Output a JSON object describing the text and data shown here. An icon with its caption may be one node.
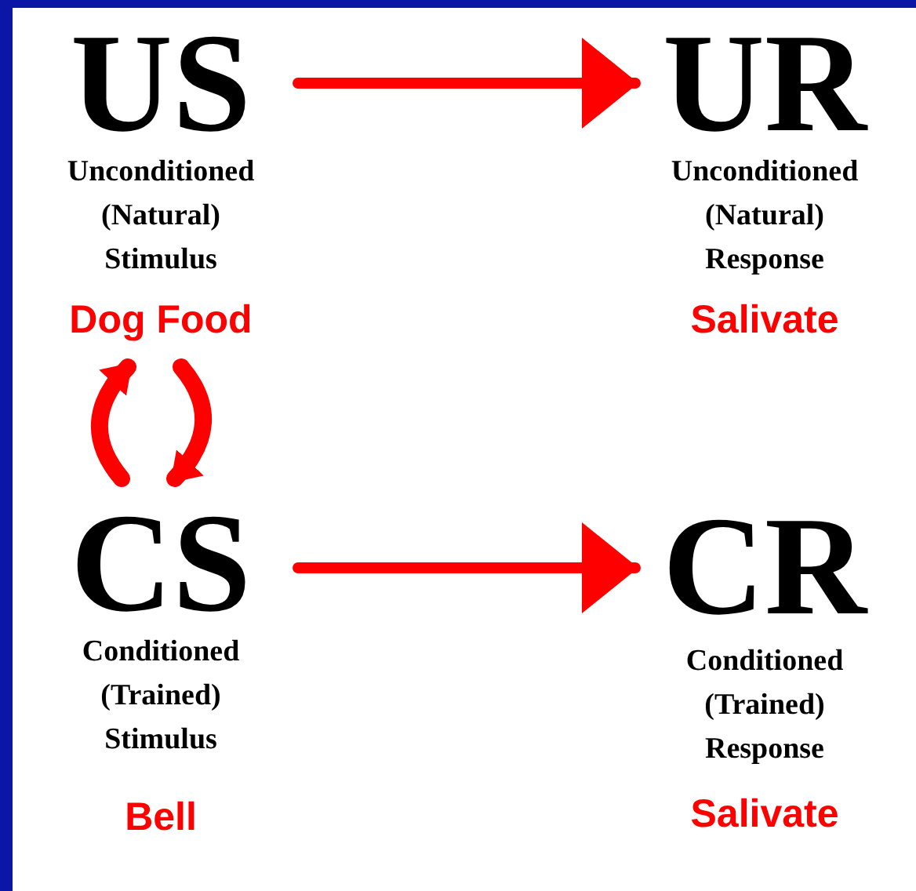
{
  "diagram": {
    "nodes": [
      {
        "text": [
          "US",
          "Unconditioned (Natural) Stimulus",
          "Dog Food"
        ]
      },
      {
        "text": [
          "UR",
          "Unconditioned (Natural) Response",
          "Salivate"
        ]
      },
      {
        "text": [
          "CS",
          "Conditioned (Trained) Stimulus",
          "Bell"
        ]
      },
      {
        "text": [
          "CR",
          "Conditioned (Trained) Response",
          "Salivate"
        ]
      }
    ],
    "edges": [
      {
        "from": 0,
        "to": 1,
        "arrow": "to"
      },
      {
        "from": 2,
        "to": 3,
        "arrow": "to"
      },
      {
        "from": 2,
        "to": 0,
        "arrow": "to"
      },
      {
        "from": 0,
        "to": 2,
        "arrow": "to"
      }
    ]
  }
}
